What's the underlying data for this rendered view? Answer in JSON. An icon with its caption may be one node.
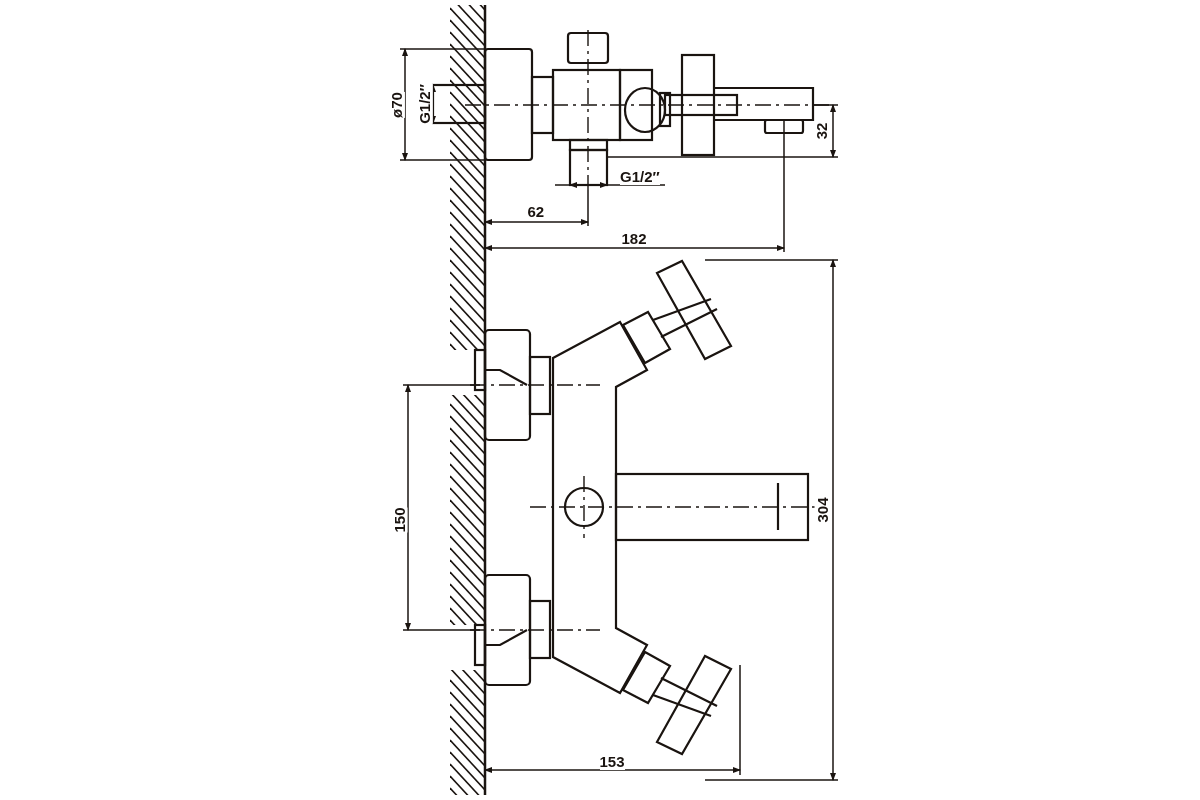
{
  "diagram": {
    "labels": [
      "ø70",
      "G1/2″",
      "G1/2″",
      "62",
      "182",
      "32",
      "150",
      "304",
      "153"
    ]
  }
}
